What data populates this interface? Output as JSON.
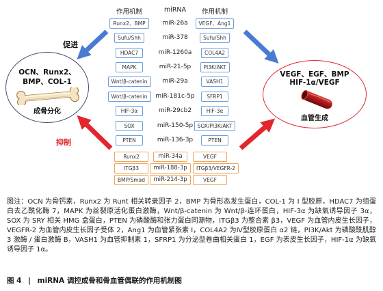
{
  "headers": {
    "left_mechanism": "作用机制",
    "mirna": "miRNA",
    "right_mechanism": "作用机制"
  },
  "promote_rows": [
    {
      "osteo_mechanism": "Runx2、BMP",
      "mirna": "miR-26a",
      "angio_mechanism": "VEGF、Ang1"
    },
    {
      "osteo_mechanism": "Sufu/Shh",
      "mirna": "miR-378",
      "angio_mechanism": "Sufu/Shh"
    },
    {
      "osteo_mechanism": "HDAC7",
      "mirna": "miR-1260a",
      "angio_mechanism": "COL4A2"
    },
    {
      "osteo_mechanism": "MAPK",
      "mirna": "miR-21-5p",
      "angio_mechanism": "PI3K/AKT"
    },
    {
      "osteo_mechanism": "Wnt/β-catenin",
      "mirna": "miR-29a",
      "angio_mechanism": "VASH1"
    },
    {
      "osteo_mechanism": "Wnt/β-catenin",
      "mirna": "miR-181c-5p",
      "angio_mechanism": "SFRP1"
    },
    {
      "osteo_mechanism": "HIF-3α",
      "mirna": "miR-29cb2",
      "angio_mechanism": "HIF-3α"
    },
    {
      "osteo_mechanism": "SOX",
      "mirna": "miR-150-5p",
      "angio_mechanism": "SOX/PI3K/AKT"
    },
    {
      "osteo_mechanism": "PTEN",
      "mirna": "miR-136-3p",
      "angio_mechanism": "PTEN"
    }
  ],
  "inhibit_rows": [
    {
      "osteo_mechanism": "Runx2",
      "mirna": "miR-34a",
      "angio_mechanism": "VEGF"
    },
    {
      "osteo_mechanism": "ITGβ3",
      "mirna": "miR-188-3p",
      "angio_mechanism": "ITGβ3/VEGFR-2"
    },
    {
      "osteo_mechanism": "BMP/Smad",
      "mirna": "miR-214-3p",
      "angio_mechanism": "VEGF"
    }
  ],
  "labels": {
    "promote": "促进",
    "inhibit": "抑制"
  },
  "osteogenesis": {
    "line1": "OCN、Runx2、",
    "line2": "BMP、COL-1",
    "title": "成骨分化",
    "icon": "bone-icon"
  },
  "angiogenesis": {
    "line1": "VEGF、EGF、BMP",
    "line2": "HIF-1α/VEGF",
    "title": "血管生成",
    "icon": "blood-vessel-icon"
  },
  "caption": "图注：OCN 为骨钙素，Runx2 为 Runt 相关转录因子 2，BMP 为骨形态发生蛋白，COL-1 为 Ⅰ 型胶原，HDAC7 为组蛋白去乙酰化酶 7，MAPK 为丝裂原活化蛋白激酶，Wnt/β-catenin 为 Wnt/β-连环蛋白，HIF-3α 为缺氧诱导因子 3α，SOX 为 SRY 相关 HMG 盒蛋白，PTEN 为磷酸酶和张力蛋白同源物，ITGβ3 为整合素 β3，VEGF 为血管内皮生长因子，VEGFR-2 为血管内皮生长因子受体 2，Ang1 为血管紧张素 Ⅰ，COL4A2 为Ⅳ型胶原蛋白 α2 链，PI3K/Akt 为磷酸酰肌醇 3 激酶 / 蛋白激酶 B，VASH1 为血管抑制素 1，SFRP1 为分泌型卷曲相关蛋白 1，EGF 为表皮生长因子，HIF-1α 为缺氧诱导因子 1α。",
  "figure": {
    "label": "图 4",
    "separator": "|",
    "title": "miRNA 调控成骨和骨血管偶联的作用机制图"
  },
  "colors": {
    "promote_arrow": "#4a7bd3",
    "inhibit_arrow": "#e2262c",
    "mechanism_box": "#6c9fd9",
    "inhibit_box": "#f0a458",
    "osteo_ring": "#3c4a6d",
    "angio_ring": "#e0262c",
    "inhibit_label": "#e2262c"
  }
}
